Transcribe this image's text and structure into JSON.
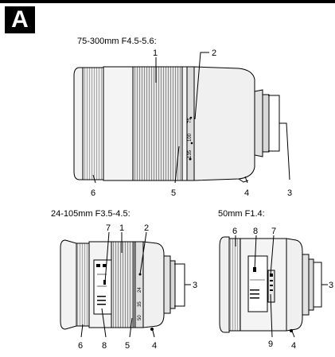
{
  "section_letter": "A",
  "lenses": [
    {
      "title": "75-300mm F4.5-5.6:",
      "labels": {
        "l1": "1",
        "l2": "2",
        "l3": "3",
        "l4": "4",
        "l5": "5",
        "l6": "6"
      },
      "scale_marks": [
        "75",
        "100",
        "135"
      ]
    },
    {
      "title": "24-105mm F3.5-4.5:",
      "labels": {
        "l1": "1",
        "l2": "2",
        "l3": "3",
        "l4": "4",
        "l5": "5",
        "l6": "6",
        "l7": "7",
        "l8": "8"
      },
      "scale_marks": [
        "24",
        "35",
        "50"
      ]
    },
    {
      "title": "50mm F1.4:",
      "labels": {
        "l3": "3",
        "l4": "4",
        "l6": "6",
        "l7": "7",
        "l8": "8",
        "l9": "9"
      }
    }
  ]
}
